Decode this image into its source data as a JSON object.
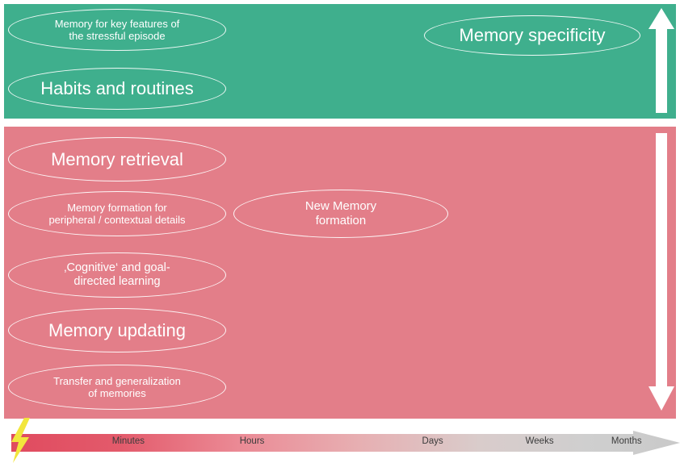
{
  "figure": {
    "title": "Memory specificity timeline after stress",
    "colors": {
      "green_panel": "#3FAF8D",
      "pink_panel": "#E37E89",
      "ellipse_outline": "#FFFFFF",
      "ellipse_text": "#FFFFFF",
      "arrow": "#FFFFFF",
      "timeline_start": "#E04B5F",
      "timeline_end": "#C9C9C9",
      "timeline_label_text": "#3B3B3B",
      "bolt": "#F2E63C"
    }
  },
  "green_panel": {
    "name": "high-memory-specificity-panel",
    "ellipses": [
      {
        "id": "key-features",
        "text_lines": [
          "Memory for key features of",
          "the stressful episode"
        ],
        "size": "small"
      },
      {
        "id": "habits",
        "text_lines": [
          "Habits and routines"
        ],
        "size": "big"
      },
      {
        "id": "memory-specificity",
        "text_lines": [
          "Memory specificity"
        ],
        "size": "big"
      }
    ],
    "arrow": {
      "id": "arrow-up",
      "direction": "up",
      "label": "increasing-memory-specificity"
    }
  },
  "pink_panel": {
    "name": "decreasing-memory-specificity-panel",
    "ellipses": [
      {
        "id": "memory-retrieval",
        "text_lines": [
          "Memory retrieval"
        ],
        "size": "big"
      },
      {
        "id": "peripheral-details",
        "text_lines": [
          "Memory formation for",
          "peripheral / contextual details"
        ],
        "size": "small"
      },
      {
        "id": "new-memory-formation",
        "text_lines": [
          "New Memory",
          "formation"
        ],
        "size": "small-mid"
      },
      {
        "id": "cognitive-goal-directed",
        "text_lines": [
          "‚Cognitive‘ and goal-",
          "directed learning"
        ],
        "size": "small"
      },
      {
        "id": "memory-updating",
        "text_lines": [
          "Memory updating"
        ],
        "size": "big"
      },
      {
        "id": "transfer-generalization",
        "text_lines": [
          "Transfer and generalization",
          "of memories"
        ],
        "size": "small"
      }
    ],
    "arrow": {
      "id": "arrow-down",
      "direction": "down",
      "label": "decreasing-memory-specificity"
    }
  },
  "timeline": {
    "name": "time-axis",
    "direction": "left-to-right",
    "event_icon": "lightning-bolt-icon",
    "ticks": [
      {
        "label": "Minutes",
        "position_pct": 17.5
      },
      {
        "label": "Hours",
        "position_pct": 36.0
      },
      {
        "label": "Days",
        "position_pct": 63.0
      },
      {
        "label": "Weeks",
        "position_pct": 79.0
      },
      {
        "label": "Months",
        "position_pct": 92.0
      }
    ]
  }
}
